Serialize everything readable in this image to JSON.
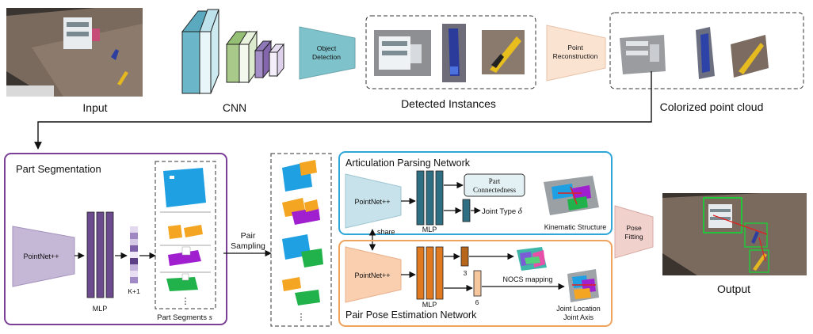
{
  "top": {
    "input_label": "Input",
    "cnn_label": "CNN",
    "object_detection_l1": "Object",
    "object_detection_l2": "Detection",
    "detected_instances_label": "Detected Instances",
    "point_reconstruction_l1": "Point",
    "point_reconstruction_l2": "Reconstruction",
    "colorized_point_cloud_label": "Colorized point cloud"
  },
  "part_segmentation": {
    "title": "Part Segmentation",
    "pointnet_label": "PointNet++",
    "mlp_label": "MLP",
    "k_label": "K+1",
    "segments_label": "Part Segments",
    "segments_symbol": "s",
    "ellipsis": "⋮"
  },
  "pair_sampling": {
    "l1": "Pair",
    "l2": "Sampling",
    "ellipsis": "⋮"
  },
  "articulation": {
    "title": "Articulation Parsing Network",
    "pointnet_label": "PointNet++",
    "mlp_label": "MLP",
    "part_conn_l1": "Part",
    "part_conn_l2": "Connectedness",
    "joint_type_label": "Joint Type",
    "joint_type_symbol": "δ",
    "kinematic_label": "Kinematic Structure",
    "share_label": "share"
  },
  "pair_pose": {
    "title": "Pair Pose Estimation Network",
    "pointnet_label": "PointNet++",
    "mlp_label": "MLP",
    "dim3": "3",
    "dim6": "6",
    "nocs_label": "NOCS mapping",
    "joint_location": "Joint Location",
    "joint_axis": "Joint Axis"
  },
  "output": {
    "pose_fitting_l1": "Pose",
    "pose_fitting_l2": "Fitting",
    "output_label": "Output"
  },
  "colors": {
    "ps_border": "#7b3f98",
    "apn_border": "#2ea6d8",
    "ppe_border": "#f0a35c",
    "mlp_purple": "#6b4b8d",
    "mlp_teal": "#2f6f84",
    "mlp_orange": "#e07a20",
    "cnn_teal": "#6bb7c9",
    "cnn_green": "#a8c98a",
    "cnn_purple": "#a58fc8",
    "seg_blue": "#1fa0e3",
    "seg_orange": "#f4a623",
    "seg_purple": "#a020d0",
    "seg_green": "#22b24c"
  }
}
